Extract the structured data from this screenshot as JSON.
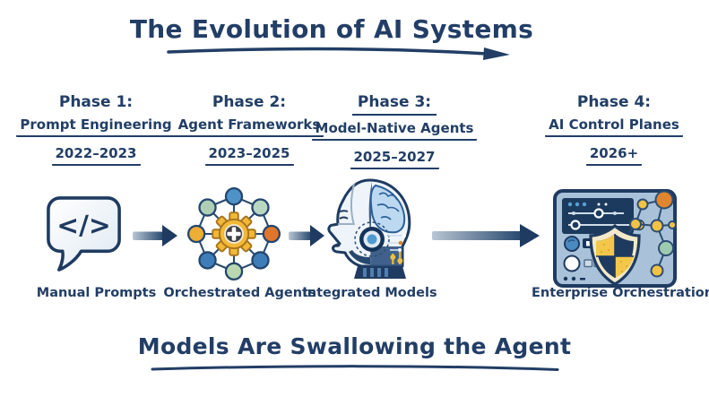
{
  "title": "The Evolution of AI Systems",
  "tagline": "Models Are Swallowing the Agent",
  "colors": {
    "ink": "#223e66",
    "arrow_dark": "#1f3b61",
    "arrow_light": "#b9c6d3",
    "gear_gold": "#f2b838",
    "node_orange": "#e0762c",
    "node_blue": "#4e93c8",
    "node_green": "#aecfb4",
    "dashboard_bg": "#a9c2da",
    "panel_navy": "#1c3a5e",
    "shield_cream": "#f3e9c9",
    "shield_gold": "#f3c84a",
    "brain_blue": "#bcd9f1"
  },
  "phases": [
    {
      "heading": "Phase 1:",
      "name": "Prompt Engineering",
      "years": "2022–2023",
      "label": "Manual Prompts",
      "icon": "code-speech-bubble-icon",
      "icon_text": "</>"
    },
    {
      "heading": "Phase 2:",
      "name": "Agent Frameworks",
      "years": "2023–2025",
      "label": "Orchestrated Agents",
      "icon": "agent-network-gear-icon"
    },
    {
      "heading": "Phase 3:",
      "name": "Model-Native Agents",
      "years": "2025–2027",
      "label": "Integrated Models",
      "icon": "robot-head-brain-icon"
    },
    {
      "heading": "Phase 4:",
      "name": "AI Control Planes",
      "years": "2026+",
      "label": "Enterprise Orchestration",
      "icon": "dashboard-shield-icon"
    }
  ]
}
